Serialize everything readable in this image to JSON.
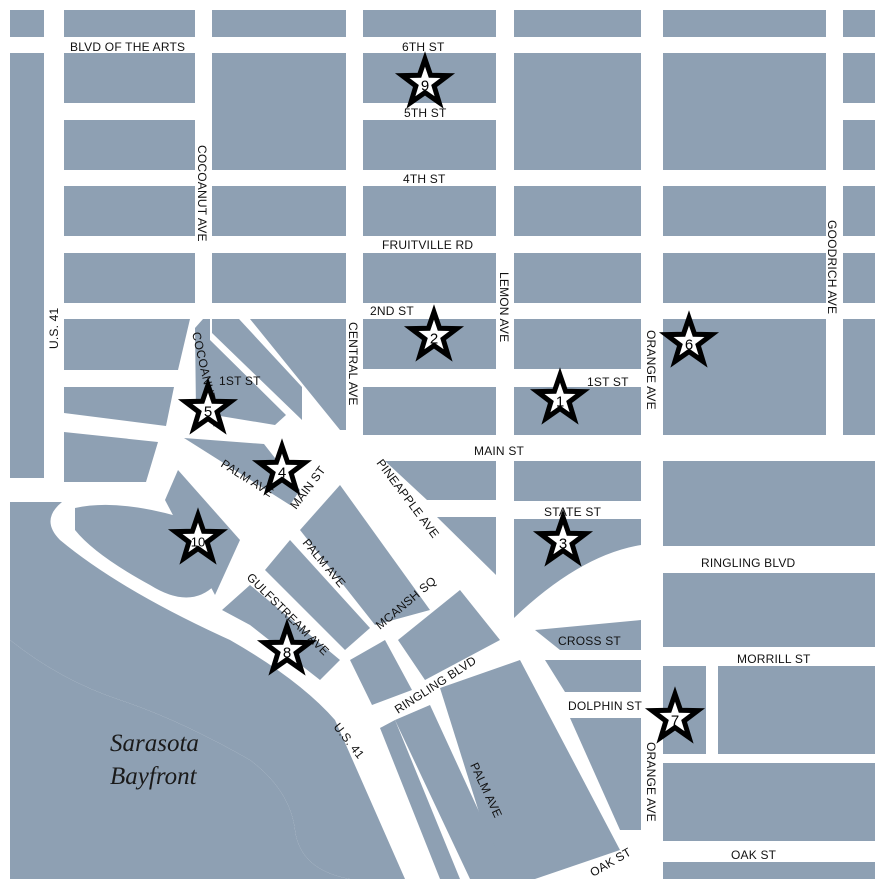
{
  "map": {
    "water_label_line1": "Sarasota",
    "water_label_line2": "Bayfront",
    "block_color": "#8ea0b3",
    "road_color": "#ffffff",
    "marker_stroke": "#000000",
    "markers": [
      {
        "id": "1",
        "label": "1"
      },
      {
        "id": "2",
        "label": "2"
      },
      {
        "id": "3",
        "label": "3"
      },
      {
        "id": "4",
        "label": "4"
      },
      {
        "id": "5",
        "label": "5"
      },
      {
        "id": "6",
        "label": "6"
      },
      {
        "id": "7",
        "label": "7"
      },
      {
        "id": "8",
        "label": "8"
      },
      {
        "id": "9",
        "label": "9"
      },
      {
        "id": "10",
        "label": "10"
      }
    ],
    "streets": {
      "blvd_of_the_arts": "BLVD OF THE ARTS",
      "sixth_st": "6TH ST",
      "fifth_st": "5TH ST",
      "fourth_st": "4TH ST",
      "fruitville_rd": "FRUITVILLE RD",
      "second_st": "2ND ST",
      "first_st_west": "1ST ST",
      "first_st_east": "1ST ST",
      "main_st": "MAIN ST",
      "main_st_diag": "MAIN ST",
      "state_st": "STATE ST",
      "ringling_blvd_east": "RINGLING BLVD",
      "ringling_blvd_south": "RINGLING BLVD",
      "cross_st": "CROSS ST",
      "morrill_st": "MORRILL ST",
      "dolphin_st": "DOLPHIN ST",
      "oak_st_east": "OAK ST",
      "oak_st_diag": "OAK ST",
      "cocoanut_ave_north": "COCOANUT AVE",
      "cocoanut_ave_south": "COCOANUT AVE",
      "us41_north": "U.S. 41",
      "us41_south": "U.S. 41",
      "central_ave": "CENTRAL AVE",
      "lemon_ave": "LEMON AVE",
      "orange_ave_north": "ORANGE AVE",
      "orange_ave_south": "ORANGE AVE",
      "goodrich_ave": "GOODRICH AVE",
      "pineapple_ave": "PINEAPPLE AVE",
      "palm_ave_north": "PALM AVE",
      "palm_ave_mid": "PALM AVE",
      "palm_ave_south": "PALM AVE",
      "gulfstream_ave": "GULFSTREAM AVE",
      "mcansh_sq": "MCANSH SQ"
    }
  }
}
